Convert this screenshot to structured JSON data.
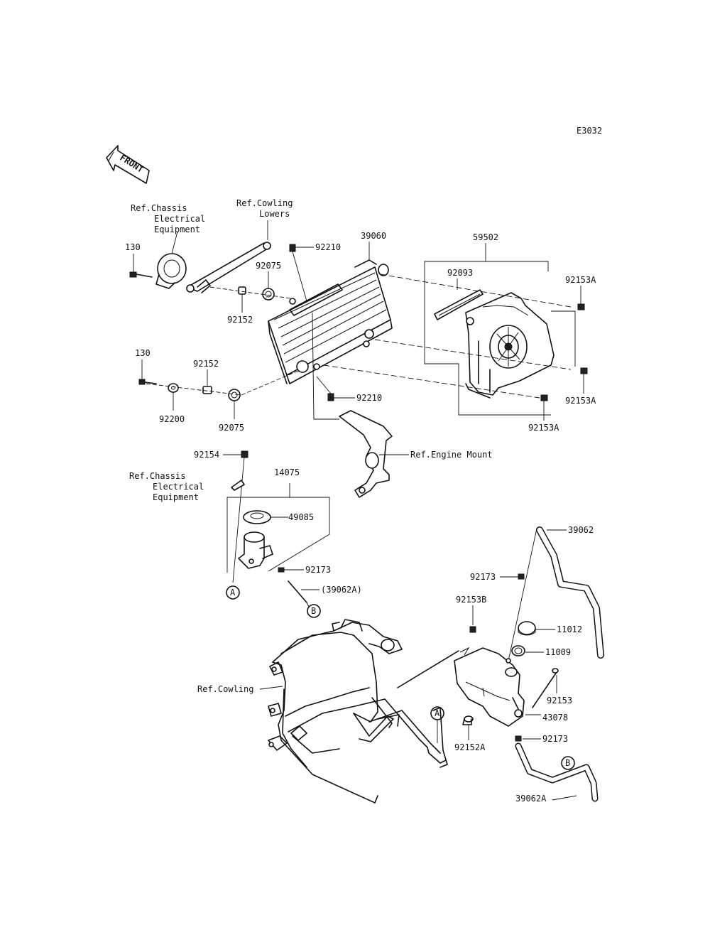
{
  "diagram_code": "E3032",
  "front_arrow_text": "FRONT",
  "labels": {
    "ref_chassis_1": [
      "Ref.Chassis",
      "Electrical",
      "Equipment"
    ],
    "ref_cowling_lowers": [
      "Ref.Cowling",
      "Lowers"
    ],
    "ref_chassis_2": [
      "Ref.Chassis",
      "Electrical",
      "Equipment"
    ],
    "ref_engine_mount": "Ref.Engine Mount",
    "ref_cowling": "Ref.Cowling",
    "p130_a": "130",
    "p130_b": "130",
    "p92152_a": "92152",
    "p92152_b": "92152",
    "p92075_a": "92075",
    "p92075_b": "92075",
    "p92200": "92200",
    "p92210_a": "92210",
    "p92210_b": "92210",
    "p39060": "39060",
    "p59502": "59502",
    "p92093": "92093",
    "p92153A_a": "92153A",
    "p92153A_b": "92153A",
    "p92153A_c": "92153A",
    "p92154": "92154",
    "p14075": "14075",
    "p49085": "49085",
    "p92173_a": "92173",
    "p39062A_paren": "(39062A)",
    "p39062": "39062",
    "p92173_b": "92173",
    "p92153B": "92153B",
    "p11012": "11012",
    "p11009": "11009",
    "p92153": "92153",
    "p43078": "43078",
    "p92152A": "92152A",
    "p92173_c": "92173",
    "p39062A": "39062A",
    "callout_A": "A",
    "callout_B": "B"
  }
}
